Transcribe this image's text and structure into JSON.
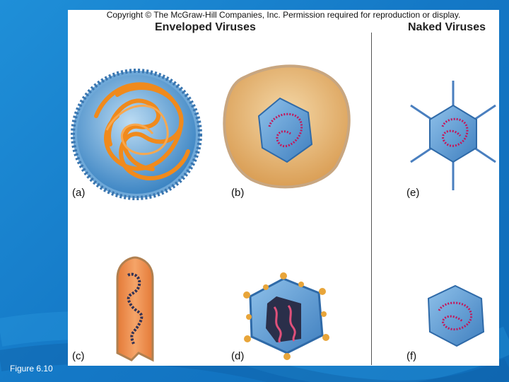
{
  "slide": {
    "copyright": "Copyright © The McGraw-Hill Companies, Inc. Permission required for reproduction or display.",
    "headers": {
      "enveloped": "Enveloped Viruses",
      "naked": "Naked Viruses"
    },
    "panel_labels": [
      "(a)",
      "(b)",
      "(c)",
      "(d)",
      "(e)",
      "(f)"
    ],
    "figure_caption": "Figure 6.10"
  },
  "colors": {
    "background": "#1478c6",
    "envelope_blue": "#4a90c8",
    "nucleocapsid_orange": "#f08a1c",
    "capsid_blue": "#5b9bd5",
    "nucleic_acid_pink": "#c2185b",
    "envelope_tan": "#e7b87a"
  }
}
